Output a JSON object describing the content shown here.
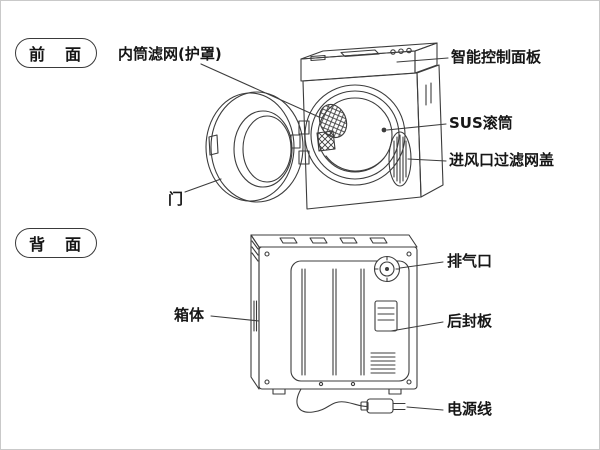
{
  "diagram": {
    "front_section": {
      "badge": "前　面"
    },
    "back_section": {
      "badge": "背　面"
    },
    "front_labels": {
      "inner_filter": "内筒滤网(护罩)",
      "control_panel": "智能控制面板",
      "drum": "SUS滚筒",
      "inlet_filter_cover": "进风口过滤网盖",
      "door": "门"
    },
    "back_labels": {
      "exhaust": "排气口",
      "cabinet": "箱体",
      "rear_panel": "后封板",
      "power_cord": "电源线"
    },
    "colors": {
      "line": "#3c3c3c",
      "text": "#161616",
      "background": "#ffffff"
    }
  }
}
